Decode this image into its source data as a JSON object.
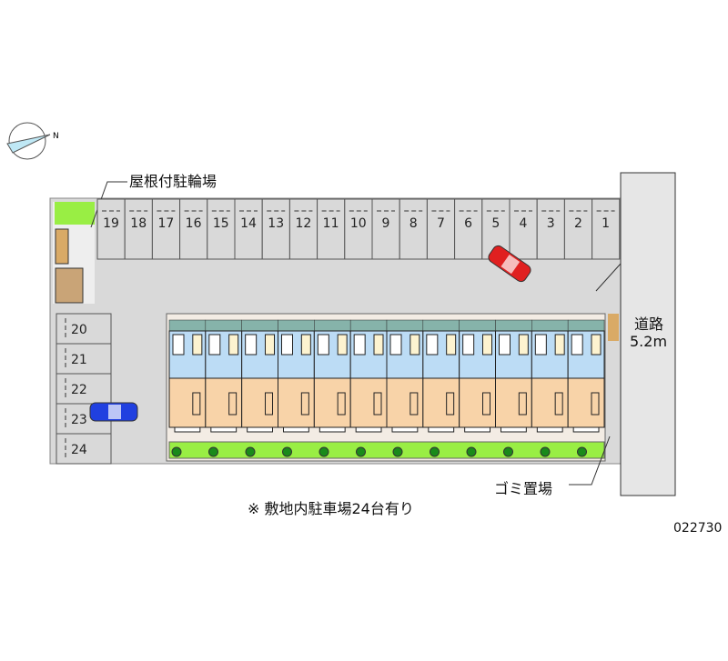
{
  "labels": {
    "bicycle_parking": "屋根付駐輪場",
    "road": "道路",
    "road_width": "5.2m",
    "garbage": "ゴミ置場",
    "note": "※ 敷地内駐車場24台有り",
    "code": "022730"
  },
  "parking": {
    "top_spaces": [
      "19",
      "18",
      "17",
      "16",
      "15",
      "14",
      "13",
      "12",
      "11",
      "10",
      "9",
      "8",
      "7",
      "6",
      "5",
      "4",
      "3",
      "2",
      "1"
    ],
    "left_spaces": [
      "20",
      "21",
      "22",
      "23",
      "24"
    ]
  },
  "building": {
    "units": 12
  },
  "colors": {
    "lot": "#d9d9d9",
    "road": "#e6e6e6",
    "blue": "#bcdcf5",
    "orange": "#f8d3a8",
    "green": "#99ee44",
    "teal": "#86b3aa",
    "car_red": "#e02020",
    "car_blue": "#2040e0"
  }
}
